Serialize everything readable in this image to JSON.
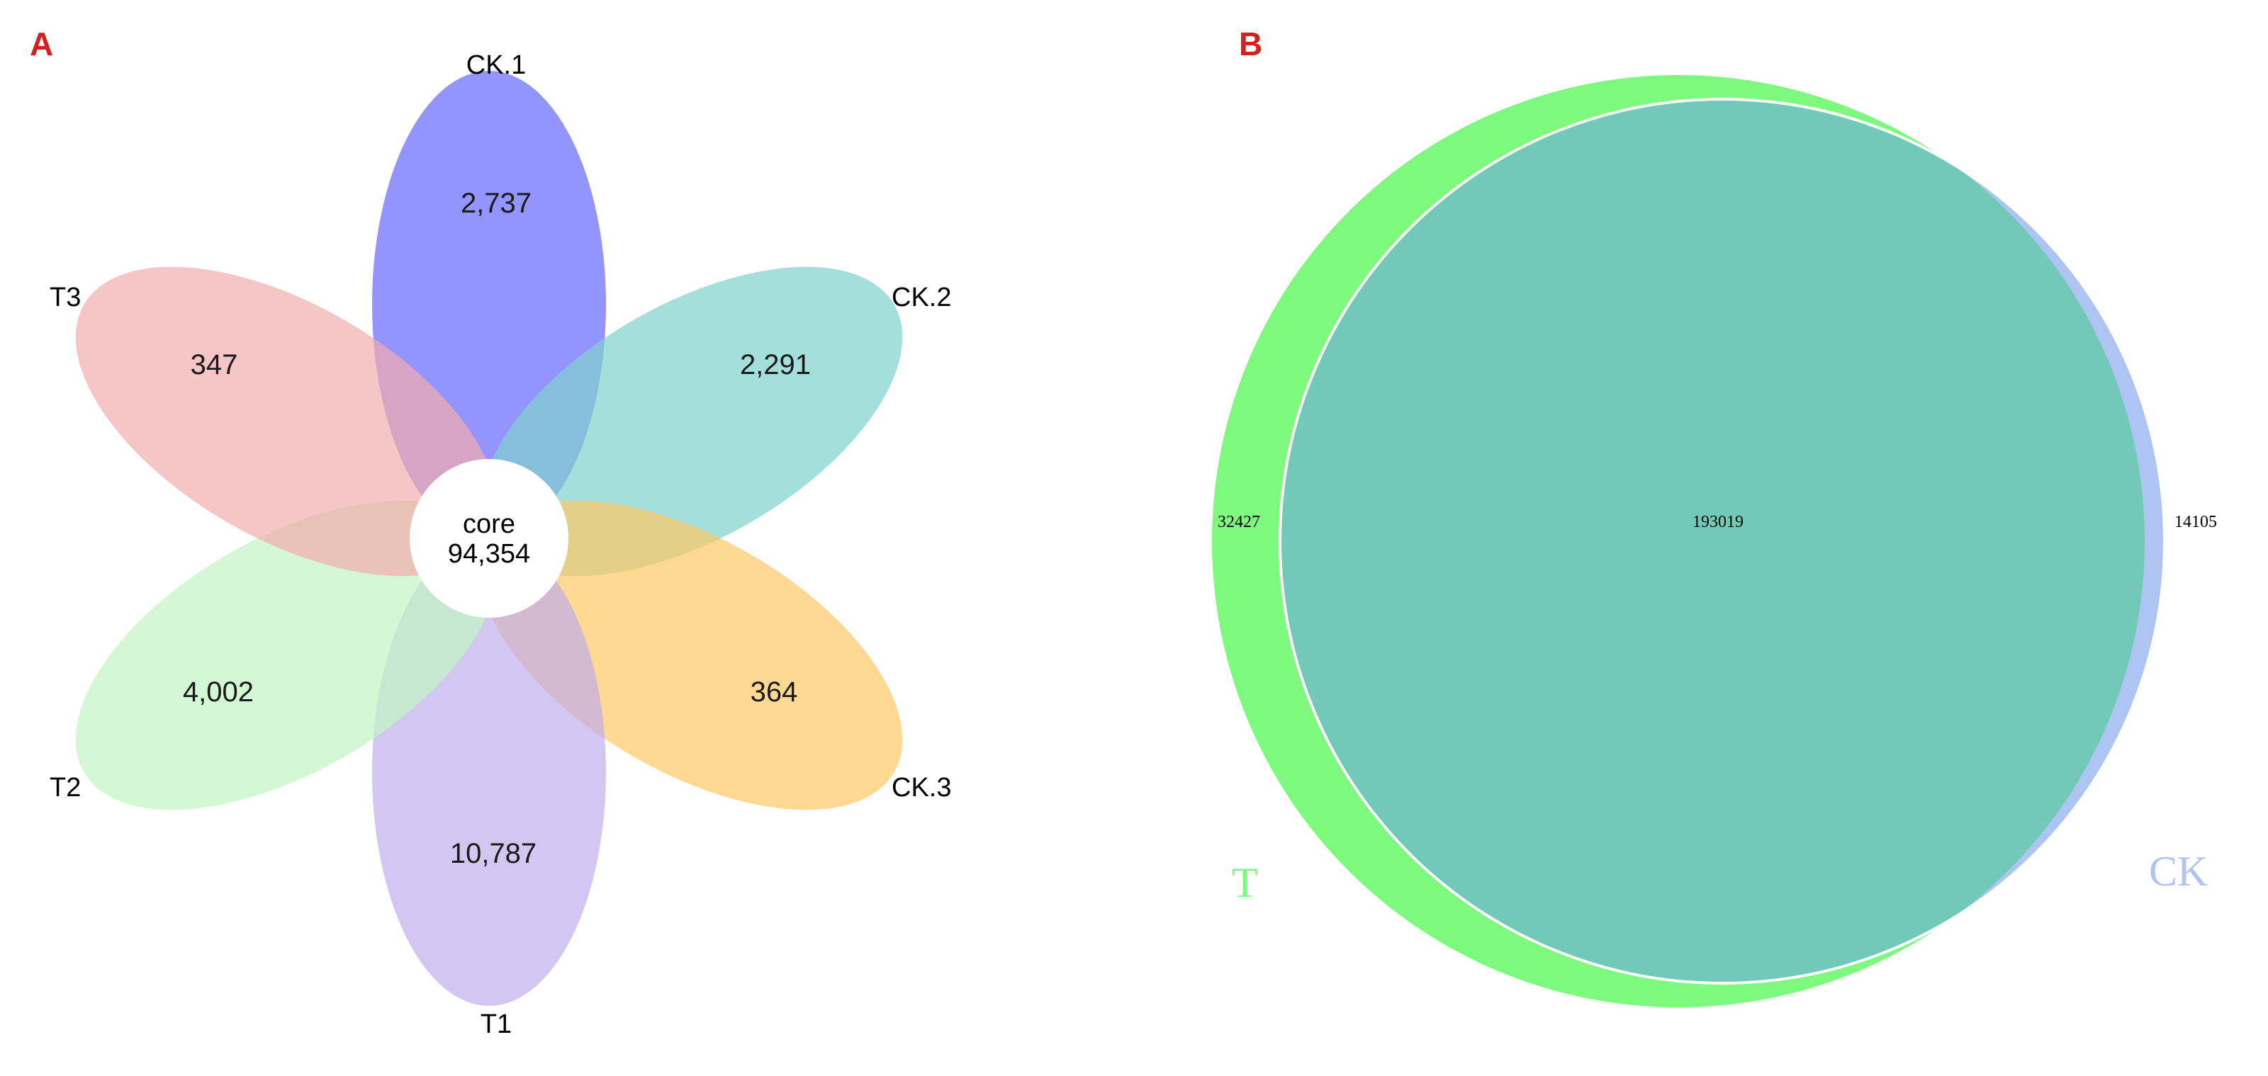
{
  "panel_a": {
    "letter": "A",
    "core": {
      "label": "core",
      "value": "94,354"
    },
    "petals": [
      {
        "name": "CK.1",
        "unique": "2,737",
        "color": "#6666ff"
      },
      {
        "name": "CK.2",
        "unique": "2,291",
        "color": "#7fd1cc"
      },
      {
        "name": "CK.3",
        "unique": "364",
        "color": "#ffc766"
      },
      {
        "name": "T1",
        "unique": "10,787",
        "color": "#c0aeea"
      },
      {
        "name": "T2",
        "unique": "4,002",
        "color": "#c2f5c2"
      },
      {
        "name": "T3",
        "unique": "347",
        "color": "#f2adad"
      }
    ]
  },
  "panel_b": {
    "letter": "B",
    "sets": [
      {
        "name": "T",
        "unique": "32427",
        "color": "#7dfa7d"
      },
      {
        "name": "CK",
        "unique": "14105",
        "color": "#aec4f2"
      }
    ],
    "overlap": {
      "value": "193019",
      "color": "#72c9b8"
    }
  },
  "colors": {
    "panel_letter": "#d42020",
    "outline": "#ffffff"
  }
}
